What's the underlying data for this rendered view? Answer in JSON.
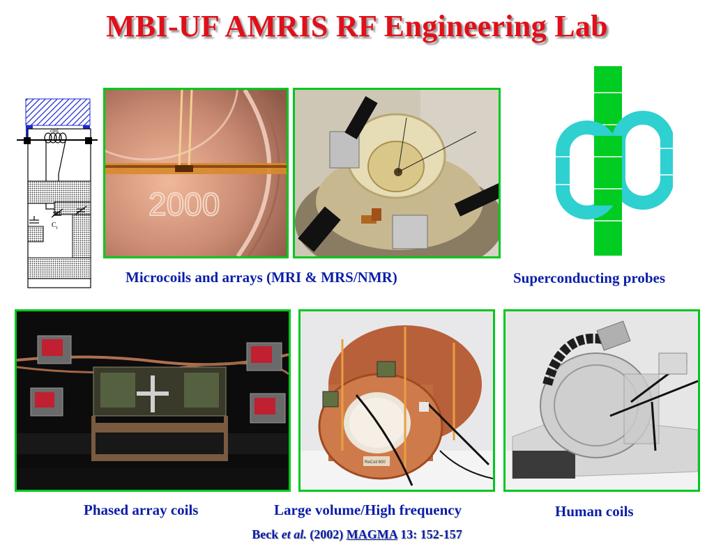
{
  "title": "MBI-UF AMRIS RF Engineering Lab",
  "schematic": {
    "coil_label": "coil",
    "cap_label": "C",
    "cap_sub": "t"
  },
  "photos": {
    "microcoil": {
      "coin_year": "2000"
    },
    "large_volume": {
      "tag_text": "ReCoil 600"
    }
  },
  "captions": {
    "microcoils": "Microcoils and arrays (MRI & MRS/NMR)",
    "superconducting": "Superconducting probes",
    "phased_array": "Phased array coils",
    "large_volume": "Large volume/High frequency",
    "human": "Human coils"
  },
  "citation": {
    "author": "Beck",
    "etal": "et al.",
    "year": "(2002)",
    "journal": "MAGMA",
    "volume_pages": "13: 152-157"
  },
  "colors": {
    "title_red": "#e0101a",
    "caption_blue": "#0a1ea8",
    "frame_green": "#00c81e",
    "probe_cyan": "#2fd0d0",
    "probe_green": "#00cc22"
  }
}
